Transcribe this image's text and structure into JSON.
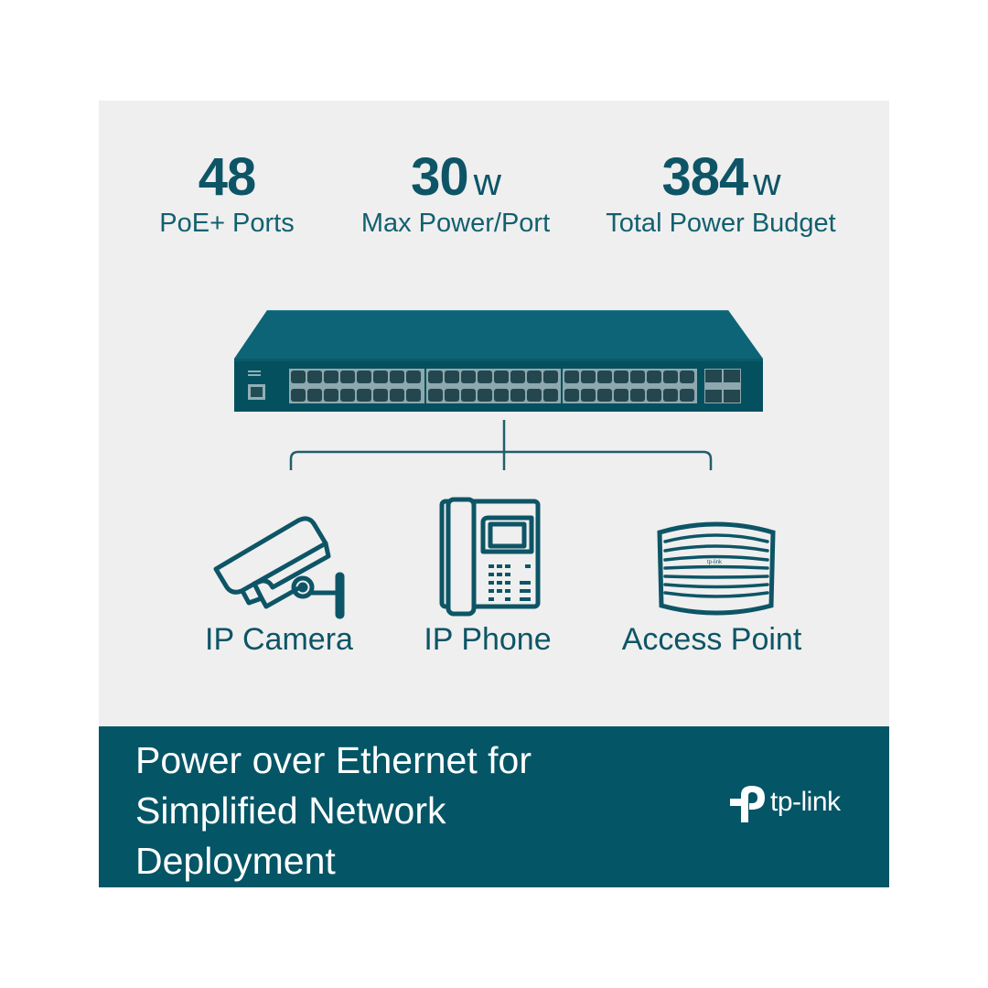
{
  "stats": [
    {
      "value": "48",
      "unit": "",
      "label": "PoE+ Ports"
    },
    {
      "value": "30",
      "unit": "w",
      "label": "Max Power/Port"
    },
    {
      "value": "384",
      "unit": "w",
      "label": "Total Power Budget"
    }
  ],
  "devices": [
    {
      "label": "IP Camera",
      "icon": "ip-camera-icon"
    },
    {
      "label": "IP Phone",
      "icon": "ip-phone-icon"
    },
    {
      "label": "Access Point",
      "icon": "access-point-icon"
    }
  ],
  "switch": {
    "icon": "network-switch-icon",
    "ports": 48,
    "sfp_ports": 4
  },
  "banner": {
    "lines": [
      "Power over Ethernet for",
      "Simplified Network",
      "Deployment"
    ],
    "logo_text": "tp-link"
  },
  "colors": {
    "background": "#efefef",
    "brand_teal": "#045566",
    "text_teal": "#0d5566",
    "white": "#ffffff"
  }
}
